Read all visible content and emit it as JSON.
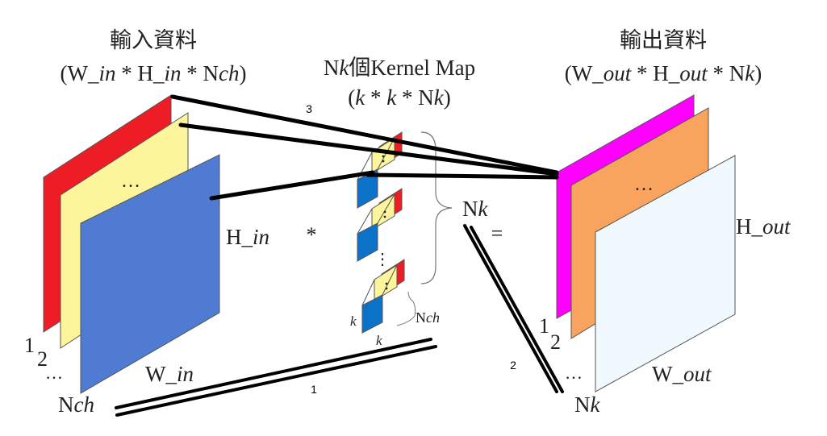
{
  "input": {
    "title": "輸入資料",
    "dims": {
      "open": "(W_",
      "in1": "in",
      "mid1": " * H_",
      "in2": "in",
      "mid2": " * N",
      "ch": "ch",
      "close": ")"
    },
    "ellipsis": "…",
    "height_label": {
      "a": "H_",
      "b": "in"
    },
    "width_label": {
      "a": "W_",
      "b": "in"
    },
    "layer_1": "1",
    "layer_2": "2",
    "layer_dots": "…",
    "depth_label": {
      "a": "N",
      "b": "ch"
    }
  },
  "kernel": {
    "title": {
      "a": "N",
      "b": "k",
      "c": "個Kernel Map"
    },
    "dims": {
      "open": "(",
      "k1": "k",
      "mid1": " * ",
      "k2": "k",
      "mid2": " * N",
      "k3": "k",
      "close": ")"
    },
    "dots_vertical": "⋮",
    "k_side": "k",
    "k_bottom": "k",
    "nch": {
      "a": "N",
      "b": "ch"
    },
    "count": {
      "a": "N",
      "b": "k"
    }
  },
  "operators": {
    "conv": "*",
    "equals": "="
  },
  "output": {
    "title": "輸出資料",
    "dims": {
      "open": "(W_",
      "o1": "out",
      "mid1": " * H_",
      "o2": "out",
      "mid2": " * N",
      "k": "k",
      "close": ")"
    },
    "ellipsis": "…",
    "height_label": {
      "a": "H_",
      "b": "out"
    },
    "width_label": {
      "a": "W_",
      "b": "out"
    },
    "layer_1": "1",
    "layer_2": "2",
    "layer_dots": "…",
    "depth_label": {
      "a": "N",
      "b": "k"
    }
  },
  "annotations": {
    "n1": "1",
    "n2": "2",
    "n3": "3"
  },
  "colors": {
    "red": "#ee1c24",
    "yellow": "#fdf59c",
    "blue": "#4f7bd3",
    "kernel_blue": "#0b72c8",
    "magenta": "#ff00ff",
    "orange": "#f9a45e",
    "pale": "#f0f9fd"
  }
}
